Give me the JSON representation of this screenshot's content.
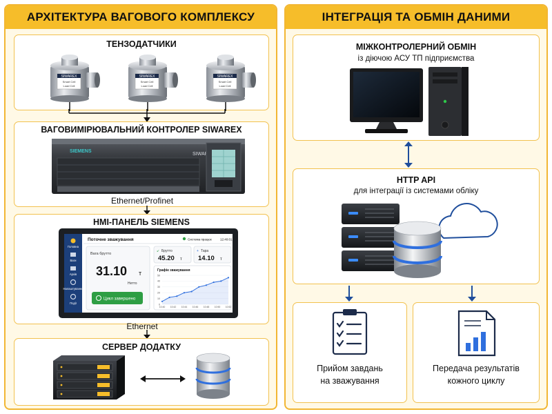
{
  "left_panel": {
    "title": "АРХІТЕКТУРА ВАГОВОГО КОМПЛЕКСУ",
    "sensors": {
      "title": "ТЕНЗОДАТЧИКИ",
      "label_brand": "SIWAREX",
      "label_line1": "Smart Cell",
      "label_line2": "Load Cell"
    },
    "controller": {
      "title": "ВАГОВИМІРЮВАЛЬНИЙ КОНТРОЛЕР SIWAREX",
      "brand": "SIEMENS",
      "model": "SIWAREX"
    },
    "link1": "Ethernet/Profinet",
    "hmi": {
      "title": "HMI-ПАНЕЛЬ SIEMENS",
      "screen_title": "Поточне зважування",
      "status": "Система працює",
      "time": "12:40:01",
      "nav": [
        "Головна",
        "Ваги",
        "Архів",
        "Налаштування",
        "Події"
      ],
      "gross_label": "Вага брутто",
      "gross_value": "31.10",
      "gross_unit": "т",
      "net_label": "Нетто",
      "done_button": "Цикл завершено",
      "brutto_label": "Брутто",
      "brutto_value": "45.20",
      "brutto_unit": "т",
      "tare_label": "Тара",
      "tare_value": "14.10",
      "tare_unit": "т",
      "chart_title": "Графік зважування",
      "chart_y_ticks": [
        "50",
        "40",
        "30",
        "20",
        "10",
        "0"
      ],
      "chart_x_ticks": [
        "10:40",
        "10:42",
        "10:44",
        "10:46",
        "10:48",
        "10:50",
        "10:52"
      ]
    },
    "link2": "Ethernet",
    "server": {
      "title": "СЕРВЕР ДОДАТКУ"
    }
  },
  "right_panel": {
    "title": "ІНТЕГРАЦІЯ ТА ОБМІН ДАНИМИ",
    "exchange": {
      "title": "МІЖКОНТРОЛЕРНИЙ ОБМІН",
      "subtitle": "із діючою АСУ ТП підприємства"
    },
    "api": {
      "title": "HTTP API",
      "subtitle": "для інтеграції із системами обліку"
    },
    "tasks": {
      "line1": "Прийом завдань",
      "line2": "на зважування"
    },
    "results": {
      "line1": "Передача результатів",
      "line2": "кожного циклу"
    }
  },
  "colors": {
    "accent": "#f6bd2a",
    "border": "#f2b632",
    "panel_bg": "#fff9e6",
    "arrow": "#111111",
    "link_blue": "#1f4e9c",
    "hmi_green": "#2e9e44",
    "chart_blue": "#2f6fde"
  },
  "icons": [
    "load-cell-icon",
    "controller-icon",
    "hmi-panel-icon",
    "server-rack-icon",
    "database-icon",
    "desktop-computer-icon",
    "cloud-icon",
    "checklist-icon",
    "report-chart-icon"
  ],
  "chart_data": {
    "type": "line",
    "title": "Графік зважування",
    "x": [
      "10:40",
      "10:42",
      "10:44",
      "10:46",
      "10:48",
      "10:50",
      "10:52"
    ],
    "series": [
      {
        "values": [
          5,
          12,
          14,
          20,
          22,
          30,
          33,
          38,
          40,
          46
        ]
      }
    ],
    "ylim": [
      0,
      50
    ],
    "xlabel": "",
    "ylabel": ""
  }
}
